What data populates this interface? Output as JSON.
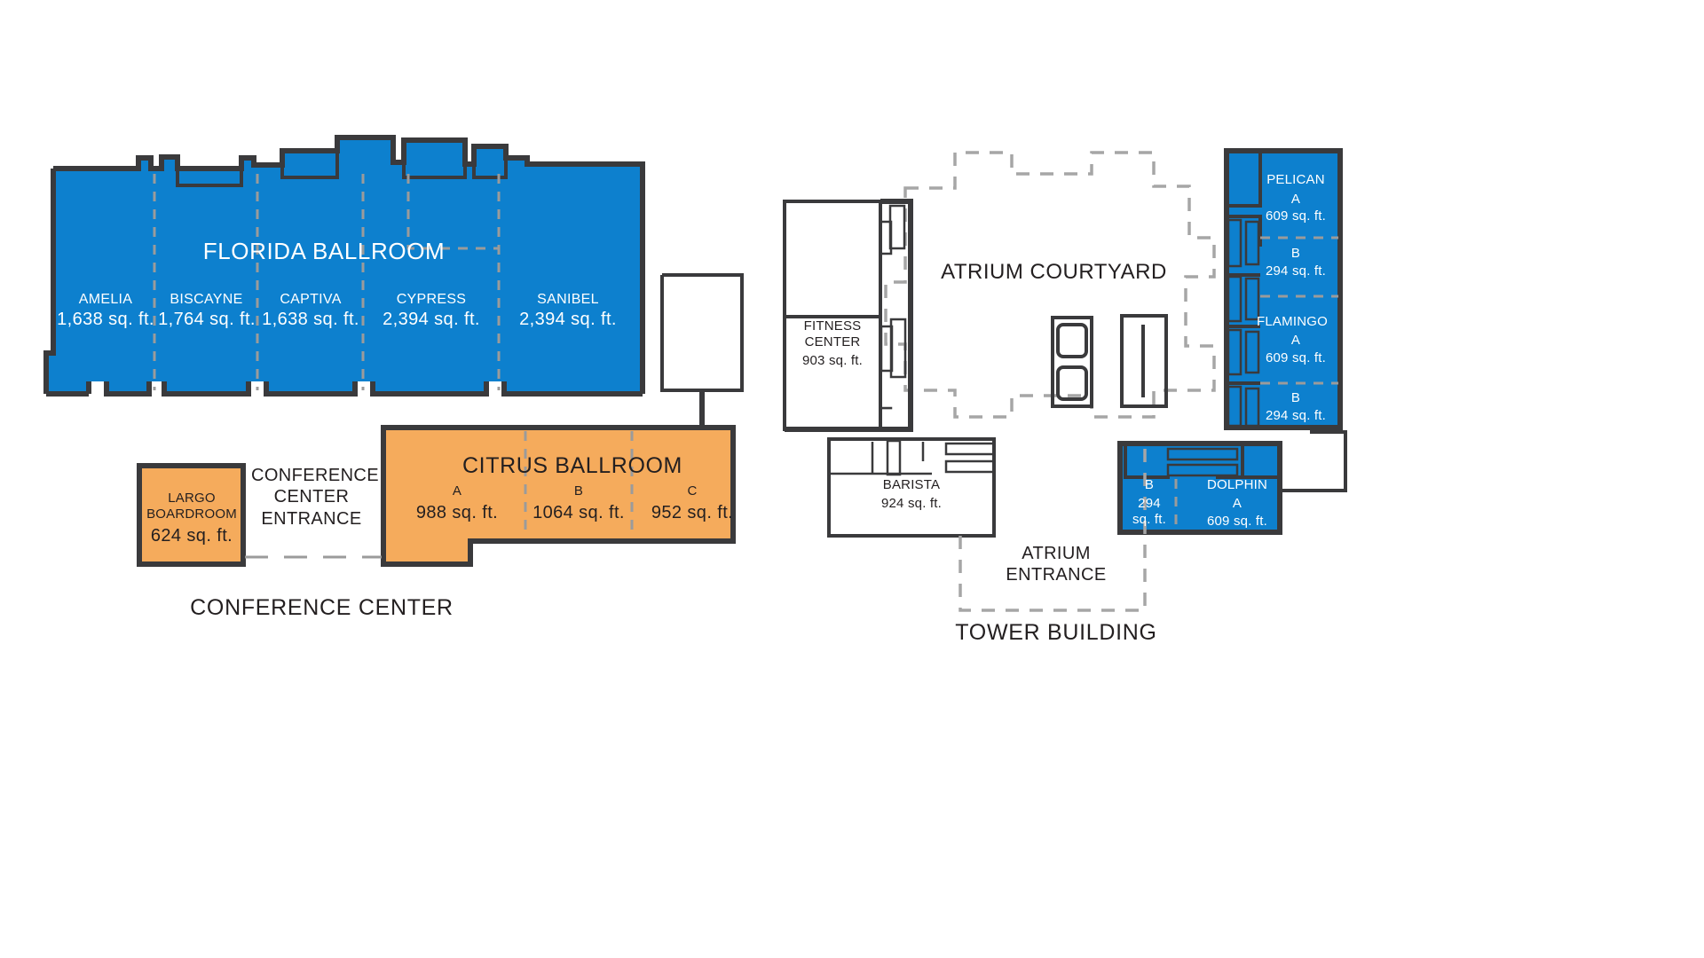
{
  "document": {
    "kind": "hotel-meeting-space-floor-plan"
  },
  "conference_center": {
    "section_label": "CONFERENCE CENTER",
    "entrance_label": "CONFERENCE\nCENTER\nENTRANCE",
    "florida_ballroom": {
      "title": "FLORIDA BALLROOM",
      "fill": "#0d80ce",
      "rooms": [
        {
          "name": "AMELIA",
          "area": "1,638 sq. ft."
        },
        {
          "name": "BISCAYNE",
          "area": "1,764 sq. ft."
        },
        {
          "name": "CAPTIVA",
          "area": "1,638 sq. ft."
        },
        {
          "name": "CYPRESS",
          "area": "2,394 sq. ft."
        },
        {
          "name": "SANIBEL",
          "area": "2,394 sq. ft."
        }
      ]
    },
    "citrus_ballroom": {
      "title": "CITRUS BALLROOM",
      "fill": "#f5ab5c",
      "rooms": [
        {
          "name": "A",
          "area": "988 sq. ft."
        },
        {
          "name": "B",
          "area": "1064 sq. ft."
        },
        {
          "name": "C",
          "area": "952 sq. ft."
        }
      ]
    },
    "largo_boardroom": {
      "name": "LARGO\nBOARDROOM",
      "area": "624 sq. ft.",
      "fill": "#f5ab5c"
    }
  },
  "tower_building": {
    "section_label": "TOWER BUILDING",
    "atrium_courtyard_label": "ATRIUM COURTYARD",
    "atrium_entrance_label": "ATRIUM\nENTRANCE",
    "fitness_center": {
      "name": "FITNESS\nCENTER",
      "area": "903 sq. ft."
    },
    "barista": {
      "name": "BARISTA",
      "area": "924 sq. ft."
    },
    "pelican": {
      "name": "PELICAN",
      "fill": "#0d80ce",
      "rooms": [
        {
          "name": "A",
          "area": "609 sq. ft."
        },
        {
          "name": "B",
          "area": "294 sq. ft."
        }
      ]
    },
    "flamingo": {
      "name": "FLAMINGO",
      "fill": "#0d80ce",
      "rooms": [
        {
          "name": "A",
          "area": "609 sq. ft."
        },
        {
          "name": "B",
          "area": "294 sq. ft."
        }
      ]
    },
    "dolphin": {
      "name": "DOLPHIN",
      "fill": "#0d80ce",
      "rooms": [
        {
          "name": "A",
          "area": "609 sq. ft."
        },
        {
          "name": "B",
          "area": "294\nsq. ft."
        }
      ]
    }
  },
  "colors": {
    "blue": "#0d80ce",
    "orange": "#f5ab5c",
    "wall": "#3a3a3c",
    "divider": "#9b9b9b",
    "text_dark": "#231f20",
    "text_light": "#ffffff"
  }
}
